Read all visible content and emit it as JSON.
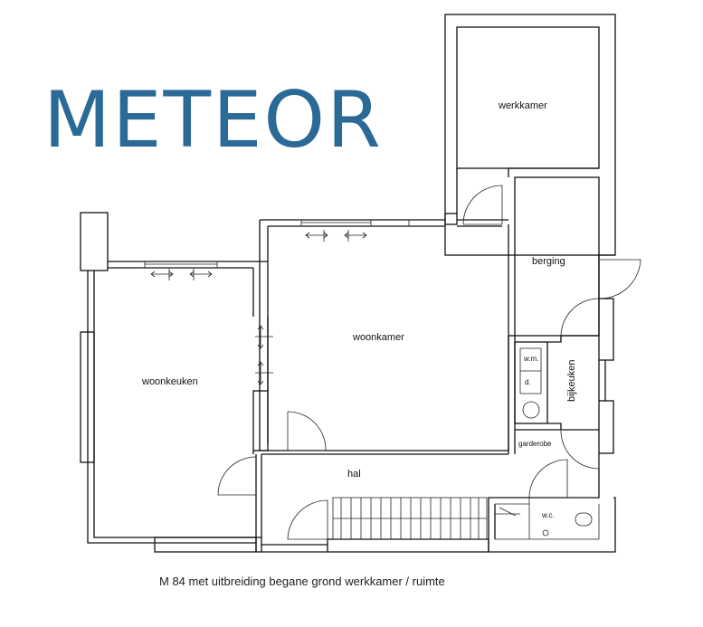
{
  "brand": {
    "name": "METEOR",
    "color": "#2b6a96"
  },
  "rooms": {
    "werkkamer": "werkkamer",
    "berging": "berging",
    "woonkamer": "woonkamer",
    "woonkeuken": "woonkeuken",
    "bijkeuken": "bijkeuken",
    "hal": "hal",
    "garderobe": "garderobe",
    "wc": "w.c.",
    "wm": "w.m.",
    "dryer": "d."
  },
  "caption": "M 84 met uitbreiding begane grond  werkkamer / ruimte"
}
